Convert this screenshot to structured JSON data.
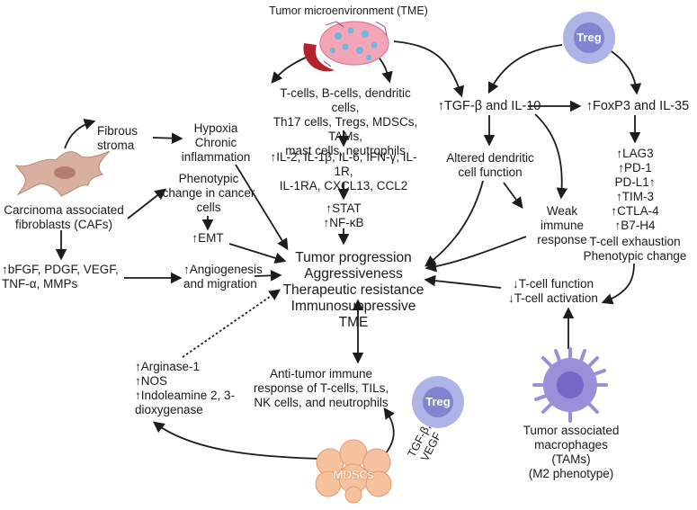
{
  "figure": {
    "tme_title": "Tumor microenvironment (TME)",
    "treg_label": "Treg",
    "caf_label": "Carcinoma associated\nfibroblasts (CAFs)",
    "fibrous_stroma": "Fibrous\nstroma",
    "hypoxia": "Hypoxia\nChronic\ninflammation",
    "phenotypic_change_cancer": "Phenotypic\nchange in cancer\ncells",
    "emt": "↑EMT",
    "growth_factors": "↑bFGF, PDGF, VEGF,\nTNF-α, MMPs",
    "angiogenesis": "↑Angiogenesis\nand migration",
    "immune_cells": "T-cells, B-cells, dendritic cells,\nTh17 cells, Tregs, MDSCs, TAMs,\nmast cells, neutrophils",
    "cytokines": "↑IL-2, IL-1β, IL-6, IFN-γ, IL-1R,\nIL-1RA, CXCL13, CCL2",
    "stat_nfkb": "↑STAT\n↑NF-κB",
    "tumor_outcomes": "Tumor progression\nAggressiveness\nTherapeutic resistance\nImmunosuppressive TME",
    "tgf_il10": "↑TGF-β and IL-10",
    "foxp3_il35": "↑FoxP3 and IL-35",
    "altered_dc": "Altered dendritic\ncell function",
    "weak_immune": "Weak immune\nresponse",
    "checkpoints": "↑LAG3\n↑PD-1\nPD-L1↑\n↑TIM-3\n↑CTLA-4\n↑B7-H4",
    "exhaustion": "T-cell exhaustion\nPhenotypic change",
    "tcell_function": "↓T-cell function\n↓T-cell activation",
    "tams_label": "Tumor associated\nmacrophages (TAMs)\n(M2 phenotype)",
    "arginase": "↑Arginase-1\n↑NOS\n↑Indoleamine 2, 3-\ndioxygenase",
    "antitumor": "Anti-tumor immune\nresponse of T-cells, TILs,\nNK cells, and neutrophils",
    "mdscs": "MDSCs",
    "tgf_vegf": "TGF-β,\nVEGF"
  },
  "colors": {
    "arrow": "#1c1c1c",
    "treg_fill": "#aeb4e8",
    "treg_core": "#7f86cf",
    "treg_text": "#ffffff",
    "caf_fill": "#d9b0a0",
    "mdsc_fill": "#f6c29e",
    "tam_fill": "#9a8fd8",
    "vessel": "#b3232c"
  },
  "icons": [
    "fibroblast-cell-illustration",
    "tumor-microenvironment-illustration",
    "treg-cell-illustration",
    "mdsc-cluster-illustration",
    "macrophage-illustration"
  ]
}
